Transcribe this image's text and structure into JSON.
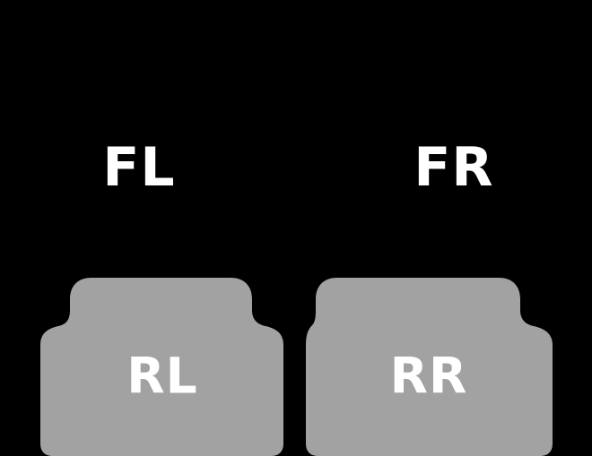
{
  "labels": {
    "front_left": "FL",
    "front_right": "FR",
    "rear_left": "RL",
    "rear_right": "RR"
  },
  "colors": {
    "background": "#000000",
    "mat_fill": "#a2a2a2",
    "text": "#ffffff"
  }
}
